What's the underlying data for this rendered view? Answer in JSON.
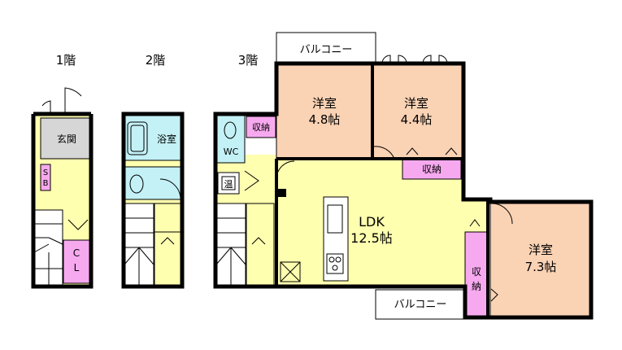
{
  "floors": {
    "f1": {
      "label": "1階"
    },
    "f2": {
      "label": "2階"
    },
    "f3": {
      "label": "3階"
    }
  },
  "rooms": {
    "genkan": "玄関",
    "sb_s": "S",
    "sb_b": "B",
    "cl_c": "C",
    "cl_l": "L",
    "bath": "浴室",
    "wc": "WC",
    "water_heater": "温",
    "closet_small": "収納",
    "closet_mid": "収納",
    "closet_right_1": "収",
    "closet_right_2": "納",
    "ldk": "LDK",
    "ldk_size": "12.5帖",
    "room1": "洋室",
    "room1_size": "4.8帖",
    "room2": "洋室",
    "room2_size": "4.4帖",
    "room3": "洋室",
    "room3_size": "7.3帖",
    "balcony_top": "バルコニー",
    "balcony_bottom": "バルコニー"
  },
  "colors": {
    "hall": "#ffffb0",
    "western_room": "#fad2b4",
    "closet": "#f7a9ef",
    "bath": "#c3f1f6",
    "entrance": "#d6d6d6"
  }
}
